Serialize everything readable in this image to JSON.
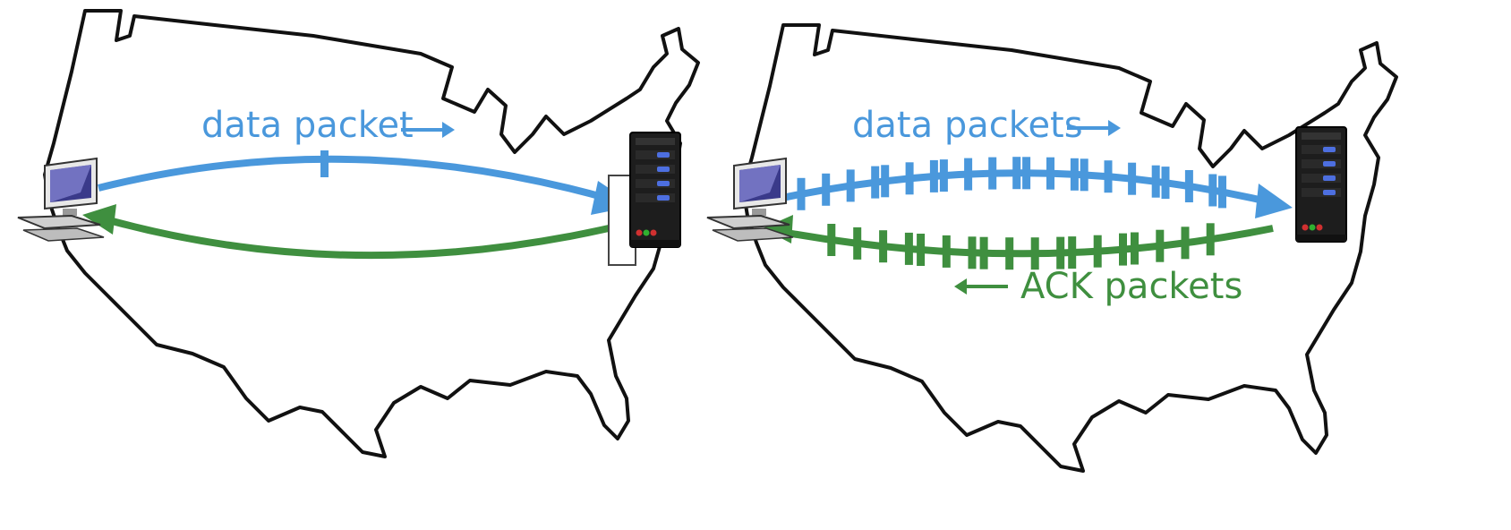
{
  "colors": {
    "data": "#4a98dc",
    "ack": "#3f8f3f",
    "outline": "#111111",
    "server_body": "#1d1d1d",
    "server_led": "#4d6fe0"
  },
  "left_panel": {
    "label": "data packet",
    "data_packet_count": 1
  },
  "right_panel": {
    "data_label": "data packets",
    "ack_label": "ACK packets",
    "data_packet_count": 22,
    "ack_packet_count": 18
  },
  "icons": [
    "map-outline-icon",
    "computer-icon",
    "server-icon",
    "right-arrow-icon",
    "left-arrow-icon"
  ]
}
